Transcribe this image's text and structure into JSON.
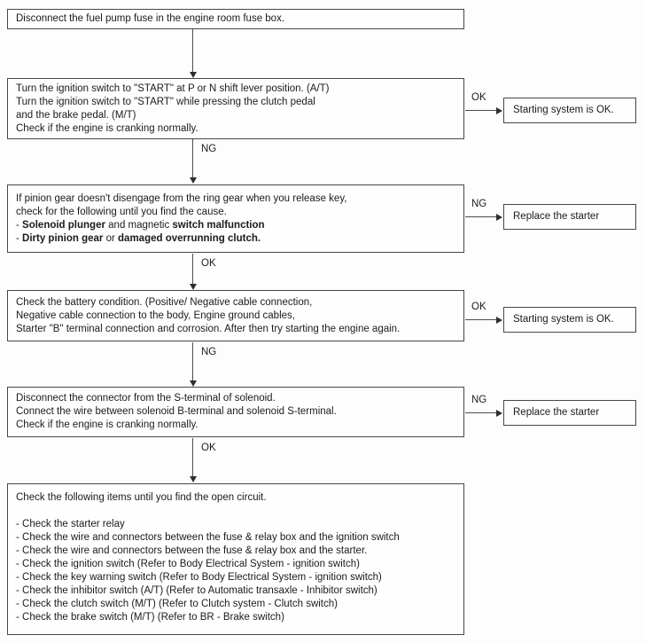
{
  "page": {
    "background": "#fdfdfd",
    "border_color": "#474747",
    "text_color": "#1b1b1b",
    "arrow_color": "#4d4d4d"
  },
  "steps": [
    {
      "name": "disconnect-fuel-pump-fuse",
      "lines": [
        [
          {
            "t": "Disconnect the fuel pump fuse in the engine room fuse box.",
            "b": false
          }
        ]
      ]
    },
    {
      "name": "ignition-start-check",
      "lines": [
        [
          {
            "t": "Turn the ignition switch to \"START\" at P or N shift lever position. (A/T)",
            "b": false
          }
        ],
        [
          {
            "t": "Turn the ignition switch to \"START\" while pressing the clutch pedal",
            "b": false
          }
        ],
        [
          {
            "t": "and the brake pedal. (M/T)",
            "b": false
          }
        ],
        [
          {
            "t": "Check if the engine is cranking normally.",
            "b": false
          }
        ]
      ]
    },
    {
      "name": "pinion-gear-check",
      "lines": [
        [
          {
            "t": "If pinion gear doesn't disengage from the ring gear when you release key,",
            "b": false
          }
        ],
        [
          {
            "t": "check for the following until you find the cause.",
            "b": false
          }
        ],
        [
          {
            "t": "- ",
            "b": false
          },
          {
            "t": "Solenoid plunger",
            "b": true
          },
          {
            "t": " and magnetic ",
            "b": false
          },
          {
            "t": "switch malfunction",
            "b": true
          }
        ],
        [
          {
            "t": "- ",
            "b": false
          },
          {
            "t": "Dirty pinion gear",
            "b": true
          },
          {
            "t": " or ",
            "b": false
          },
          {
            "t": "damaged overrunning clutch.",
            "b": true
          }
        ]
      ]
    },
    {
      "name": "battery-condition-check",
      "lines": [
        [
          {
            "t": "Check the battery condition. (Positive/ Negative cable connection,",
            "b": false
          }
        ],
        [
          {
            "t": "Negative cable connection to the body, Engine ground cables,",
            "b": false
          }
        ],
        [
          {
            "t": "Starter \"B\" terminal connection and corrosion. After then try starting the engine again.",
            "b": false
          }
        ]
      ]
    },
    {
      "name": "solenoid-terminal-check",
      "lines": [
        [
          {
            "t": "Disconnect the connector from the S-terminal of solenoid.",
            "b": false
          }
        ],
        [
          {
            "t": "Connect the wire between solenoid B-terminal and solenoid S-terminal.",
            "b": false
          }
        ],
        [
          {
            "t": "Check if the engine is cranking normally.",
            "b": false
          }
        ]
      ]
    },
    {
      "name": "open-circuit-checklist",
      "lines": [
        [
          {
            "t": "Check the following items until you find the open circuit.",
            "b": false
          }
        ],
        [],
        [
          {
            "t": "- Check the starter relay",
            "b": false
          }
        ],
        [
          {
            "t": "- Check the wire and connectors between the fuse & relay box and the ignition switch",
            "b": false
          }
        ],
        [
          {
            "t": "- Check the wire and connectors between the fuse & relay box and the starter.",
            "b": false
          }
        ],
        [
          {
            "t": "- Check the ignition switch (Refer to Body Electrical System - ignition switch)",
            "b": false
          }
        ],
        [
          {
            "t": "- Check the key warning switch (Refer to Body Electrical System - ignition switch)",
            "b": false
          }
        ],
        [
          {
            "t": "- Check the inhibitor switch (A/T) (Refer to Automatic transaxle - Inhibitor switch)",
            "b": false
          }
        ],
        [
          {
            "t": "- Check the clutch switch (M/T) (Refer to Clutch system - Clutch switch)",
            "b": false
          }
        ],
        [
          {
            "t": "- Check the brake switch (M/T) (Refer to BR - Brake switch)",
            "b": false
          }
        ]
      ]
    }
  ],
  "connectors": {
    "down": [
      {
        "label": ""
      },
      {
        "label": "NG"
      },
      {
        "label": "OK"
      },
      {
        "label": "NG"
      },
      {
        "label": "OK"
      }
    ],
    "side": [
      {
        "label": "OK",
        "result": "Starting system is OK."
      },
      {
        "label": "NG",
        "result": "Replace the starter"
      },
      {
        "label": "OK",
        "result": "Starting system is OK."
      },
      {
        "label": "NG",
        "result": "Replace the starter"
      }
    ]
  }
}
